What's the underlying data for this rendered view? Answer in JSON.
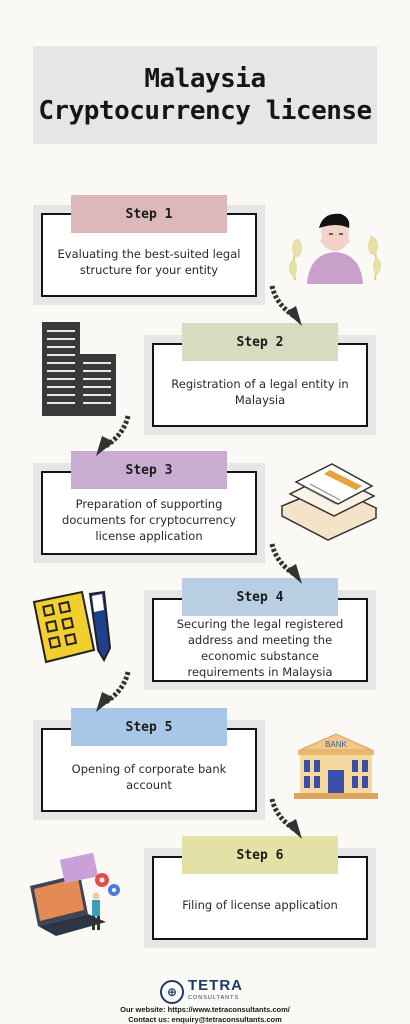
{
  "title": {
    "line1": "Malaysia",
    "line2": "Cryptocurrency license"
  },
  "steps": [
    {
      "label": "Step 1",
      "text": "Evaluating the best-suited legal structure for your entity",
      "color": "#dcb8bb"
    },
    {
      "label": "Step 2",
      "text": "Registration of a legal entity in Malaysia",
      "color": "#d6dcc0"
    },
    {
      "label": "Step 3",
      "text": "Preparation of supporting documents for cryptocurrency license application",
      "color": "#c9acd1"
    },
    {
      "label": "Step 4",
      "text": "Securing the legal registered address and meeting the economic substance requirements in Malaysia",
      "color": "#b9cde3"
    },
    {
      "label": "Step 5",
      "text": "Opening of corporate bank account",
      "color": "#a8c7e6"
    },
    {
      "label": "Step 6",
      "text": "Filing of license application",
      "color": "#e4e1a6"
    }
  ],
  "illustrations": {
    "bank_sign": "BANK"
  },
  "footer": {
    "logo_name": "TETRA",
    "logo_sub": "CONSULTANTS",
    "website": "Our website: https://www.tetraconsultants.com/",
    "contact": "Contact us:  enquiry@tetraconsultants.com"
  }
}
